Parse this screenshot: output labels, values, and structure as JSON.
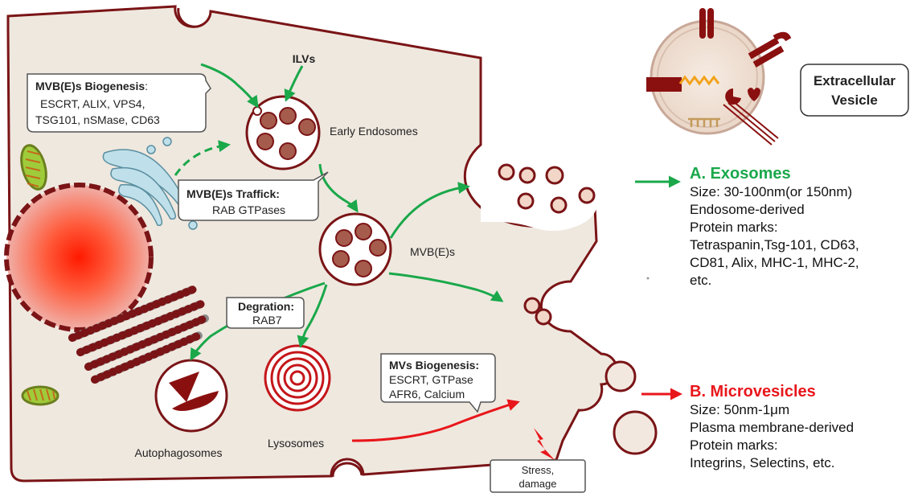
{
  "labels": {
    "ilvs": "ILVs",
    "early_endosomes": "Early Endosomes",
    "mvbes": "MVB(E)s",
    "autophagosomes": "Autophagosomes",
    "lysosomes": "Lysosomes",
    "extracellular_vesicle": [
      "Extracellular",
      "Vesicle"
    ]
  },
  "callouts": {
    "biogenesis": {
      "title": "MVB(E)s Biogenesis",
      "title_suffix": ":",
      "lines": [
        "ESCRT, ALIX, VPS4,",
        "TSG101, nSMase, CD63"
      ]
    },
    "traffick": {
      "title": "MVB(E)s Traffick:",
      "lines": [
        "RAB GTPases"
      ]
    },
    "degration": {
      "title": "Degration:",
      "lines": [
        "RAB7"
      ]
    },
    "mvs_biogenesis": {
      "title": "MVs Biogenesis:",
      "lines": [
        "ESCRT, GTPase",
        "AFR6, Calcium"
      ]
    },
    "stress": {
      "lines": [
        "Stress,",
        "damage"
      ]
    }
  },
  "exosomes": {
    "title": "A. Exosomes",
    "lines": [
      "Size: 30-100nm(or 150nm)",
      "Endosome-derived",
      "Protein marks:",
      "Tetraspanin,Tsg-101, CD63,",
      "CD81, Alix, MHC-1, MHC-2,",
      "etc."
    ]
  },
  "microvesicles": {
    "title": "B. Microvesicles",
    "lines": [
      "Size: 50nm-1μm",
      "Plasma membrane-derived",
      "Protein marks:",
      "Integrins, Selectins, etc."
    ]
  },
  "colors": {
    "membrane": "#7a1416",
    "cytoplasm": "#efe8df",
    "green_arrow": "#1aa84a",
    "red_arrow": "#e8161b",
    "exosome_title": "#19a84b",
    "microvesicle_title": "#e8161b"
  }
}
